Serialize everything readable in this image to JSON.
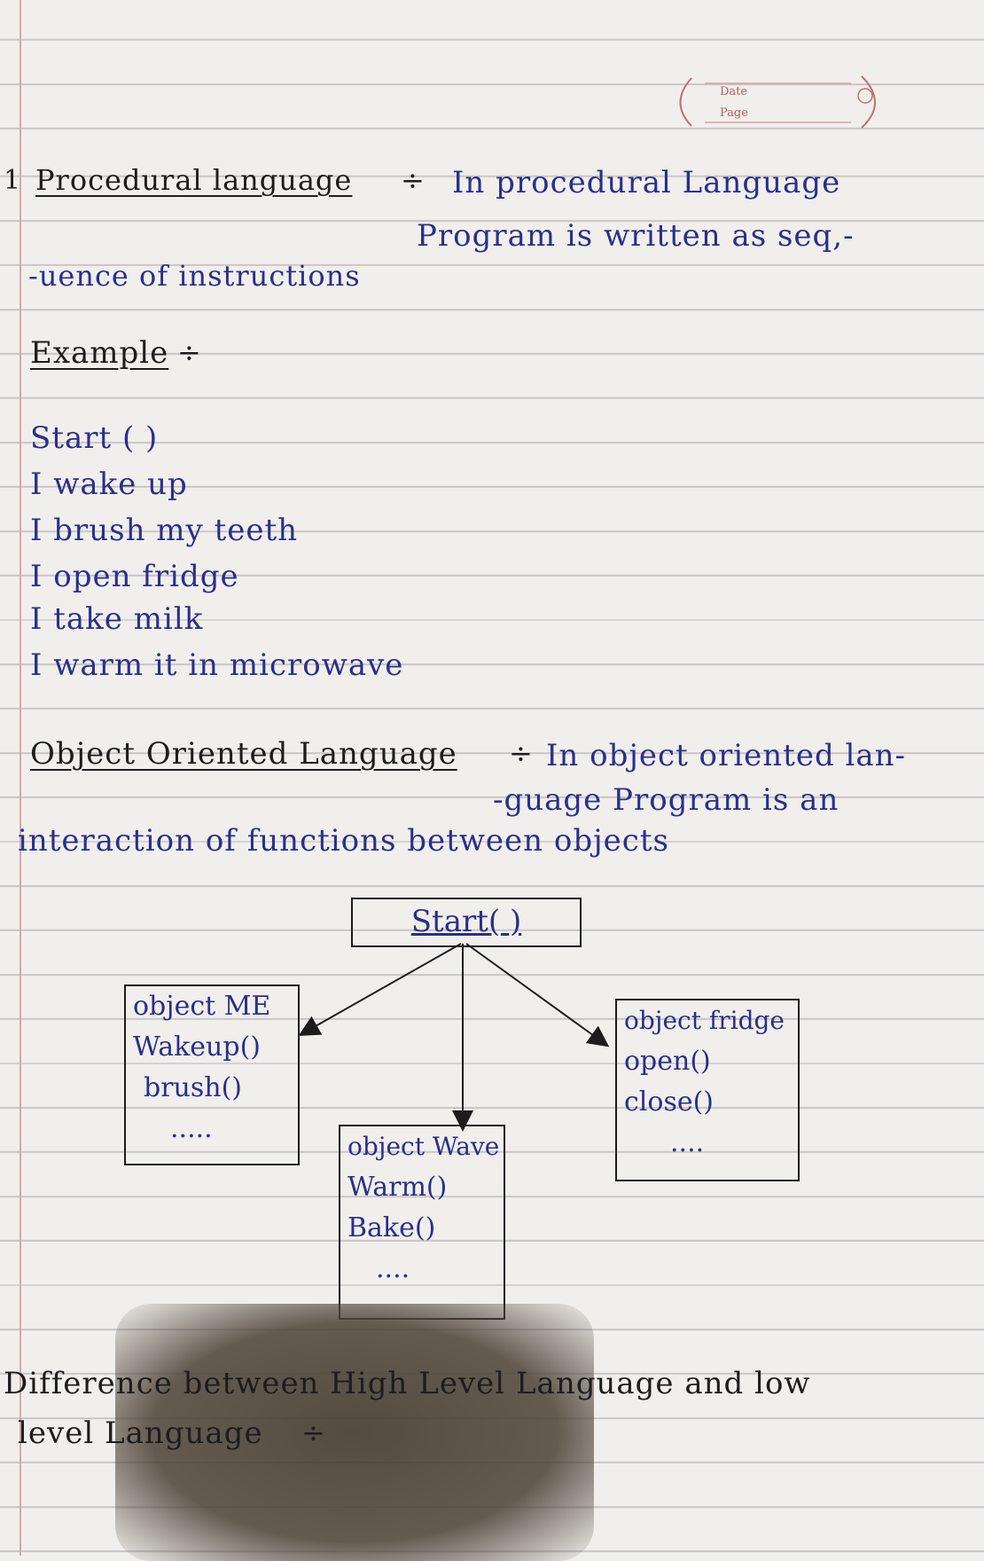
{
  "stamp": {
    "date_label": "Date",
    "page_label": "Page"
  },
  "section1": {
    "number": "1",
    "heading": "Procedural language",
    "definition_line1": "In procedural Language",
    "definition_line2": "Program is written as seq,-",
    "definition_line3": "-uence of instructions"
  },
  "example": {
    "heading": "Example",
    "lines": [
      "Start ( )",
      "I wake up",
      "I brush my teeth",
      "I open fridge",
      "I take milk",
      "I warm it in microwave"
    ]
  },
  "section2": {
    "heading": "Object Oriented Language",
    "definition_line1": "In object oriented lan-",
    "definition_line2": "-guage Program is an",
    "definition_line3": "interaction of functions between objects"
  },
  "diagram": {
    "start_box": "Start( )",
    "boxes": [
      {
        "lines": [
          "object ME",
          "Wakeup()",
          "brush()",
          "....."
        ]
      },
      {
        "lines": [
          "object Wave",
          "Warm()",
          "Bake()",
          "...."
        ]
      },
      {
        "lines": [
          "object fridge",
          "open()",
          "close()",
          "...."
        ]
      }
    ]
  },
  "section3": {
    "line1": "Difference between High Level Language and low",
    "line2": "level Language"
  },
  "symbols": {
    "div": "÷"
  }
}
